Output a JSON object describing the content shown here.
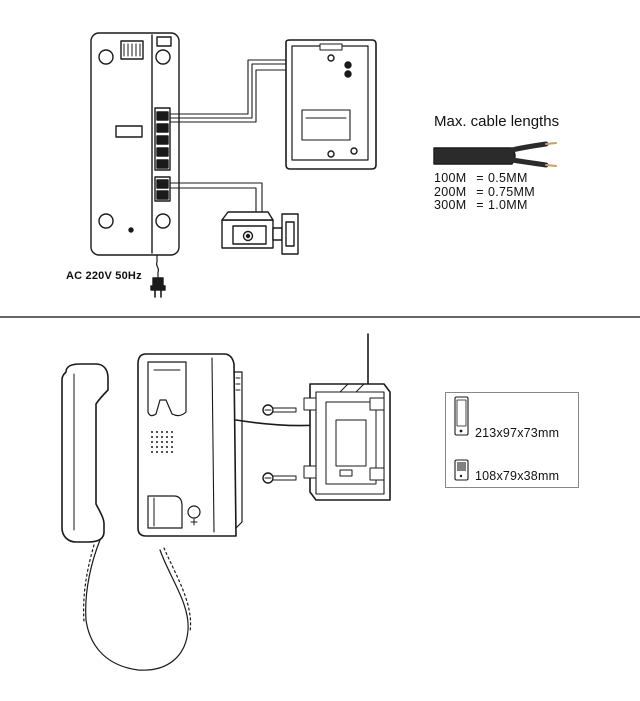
{
  "wiring": {
    "power_label": "AC 220V 50Hz"
  },
  "cable": {
    "title": "Max. cable lengths",
    "specs": [
      {
        "length": "100M",
        "eq": "=",
        "gauge": "0.5MM"
      },
      {
        "length": "200M",
        "eq": "=",
        "gauge": "0.75MM"
      },
      {
        "length": "300M",
        "eq": "=",
        "gauge": "1.0MM"
      }
    ]
  },
  "dimensions": {
    "handset_unit": "213x97x73mm",
    "door_station": "108x79x38mm"
  },
  "colors": {
    "line": "#1a1a1a",
    "divider": "#333333",
    "cable_sheath": "#2b2b2b",
    "wire_tip": "#c8a060"
  }
}
